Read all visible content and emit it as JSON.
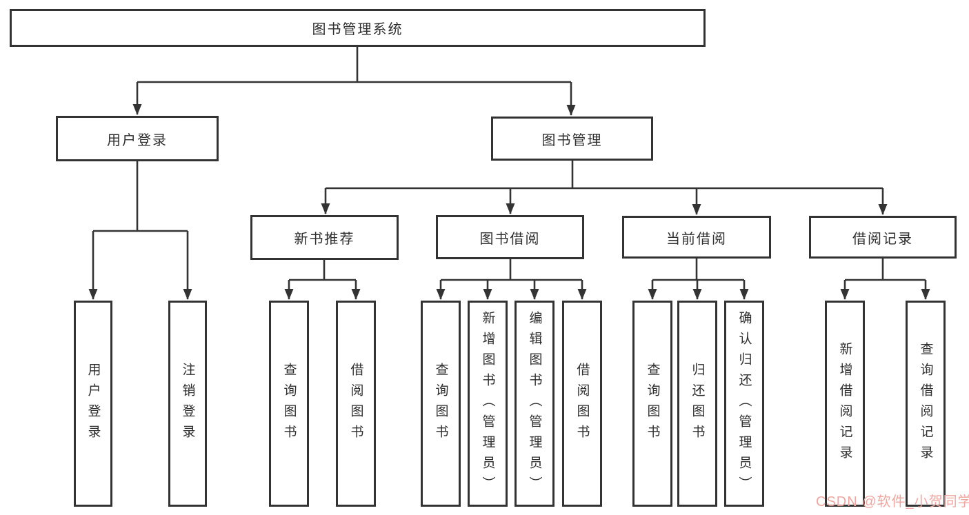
{
  "diagram": {
    "type": "hierarchy-tree",
    "line_color": "#333333",
    "text_color": "#2e2e2e",
    "background": "#ffffff",
    "tree": {
      "label": "图书管理系统",
      "children": [
        {
          "label": "用户登录",
          "children": [
            {
              "label": "用户登录"
            },
            {
              "label": "注销登录"
            }
          ]
        },
        {
          "label": "图书管理",
          "children": [
            {
              "label": "新书推荐",
              "children": [
                {
                  "label": "查询图书"
                },
                {
                  "label": "借阅图书"
                }
              ]
            },
            {
              "label": "图书借阅",
              "children": [
                {
                  "label": "查询图书"
                },
                {
                  "label": "新增图书（管理员）"
                },
                {
                  "label": "编辑图书（管理员）"
                },
                {
                  "label": "借阅图书"
                }
              ]
            },
            {
              "label": "当前借阅",
              "children": [
                {
                  "label": "查询图书"
                },
                {
                  "label": "归还图书"
                },
                {
                  "label": "确认归还（管理员）"
                }
              ]
            },
            {
              "label": "借阅记录",
              "children": [
                {
                  "label": "新增借阅记录"
                },
                {
                  "label": "查询借阅记录"
                }
              ]
            }
          ]
        }
      ]
    },
    "watermark": {
      "text": "CSDN @软件_小贺同学",
      "color": "#f0a6a0"
    }
  }
}
